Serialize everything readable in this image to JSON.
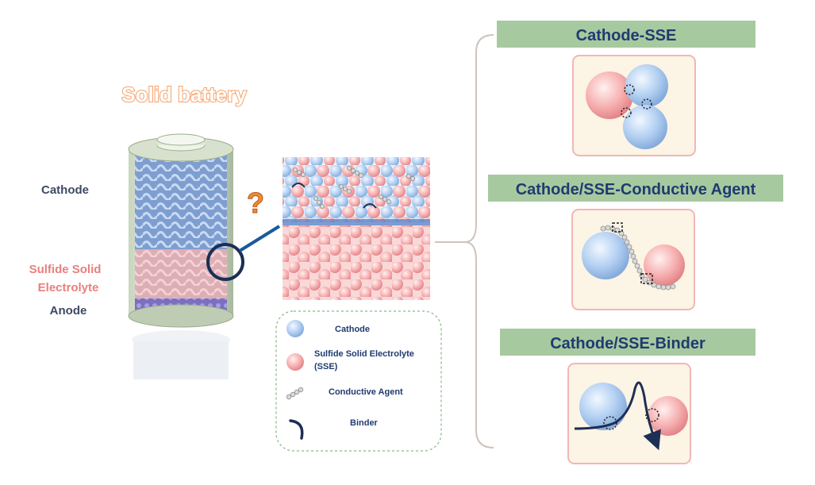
{
  "title": "Solid battery",
  "battery_labels": {
    "cathode": "Cathode",
    "sse_line1": "Sulfide Solid",
    "sse_line2": "Electrolyte",
    "anode": "Anode"
  },
  "question_mark": "?",
  "legend": {
    "cathode": "Cathode",
    "sse_line1": "Sulfide Solid Electrolyte",
    "sse_line2": "(SSE)",
    "conductive_agent": "Conductive Agent",
    "binder": "Binder"
  },
  "interfaces": [
    {
      "label": "Cathode-SSE"
    },
    {
      "label": "Cathode/SSE-Conductive Agent"
    },
    {
      "label": "Cathode/SSE-Binder"
    }
  ],
  "colors": {
    "title_orange": "#F5A06A",
    "label_navy": "#3E4A63",
    "label_pink": "#E8807E",
    "header_green": "#A7C9A0",
    "header_text": "#1F3B70",
    "panel_bg": "#FCF4E4",
    "panel_border": "#F2B6B6",
    "cathode_blue": "#A9CAEF",
    "sse_pink": "#F6AEAE",
    "binder_navy": "#1E2F55",
    "question_orange": "#F08A32"
  }
}
